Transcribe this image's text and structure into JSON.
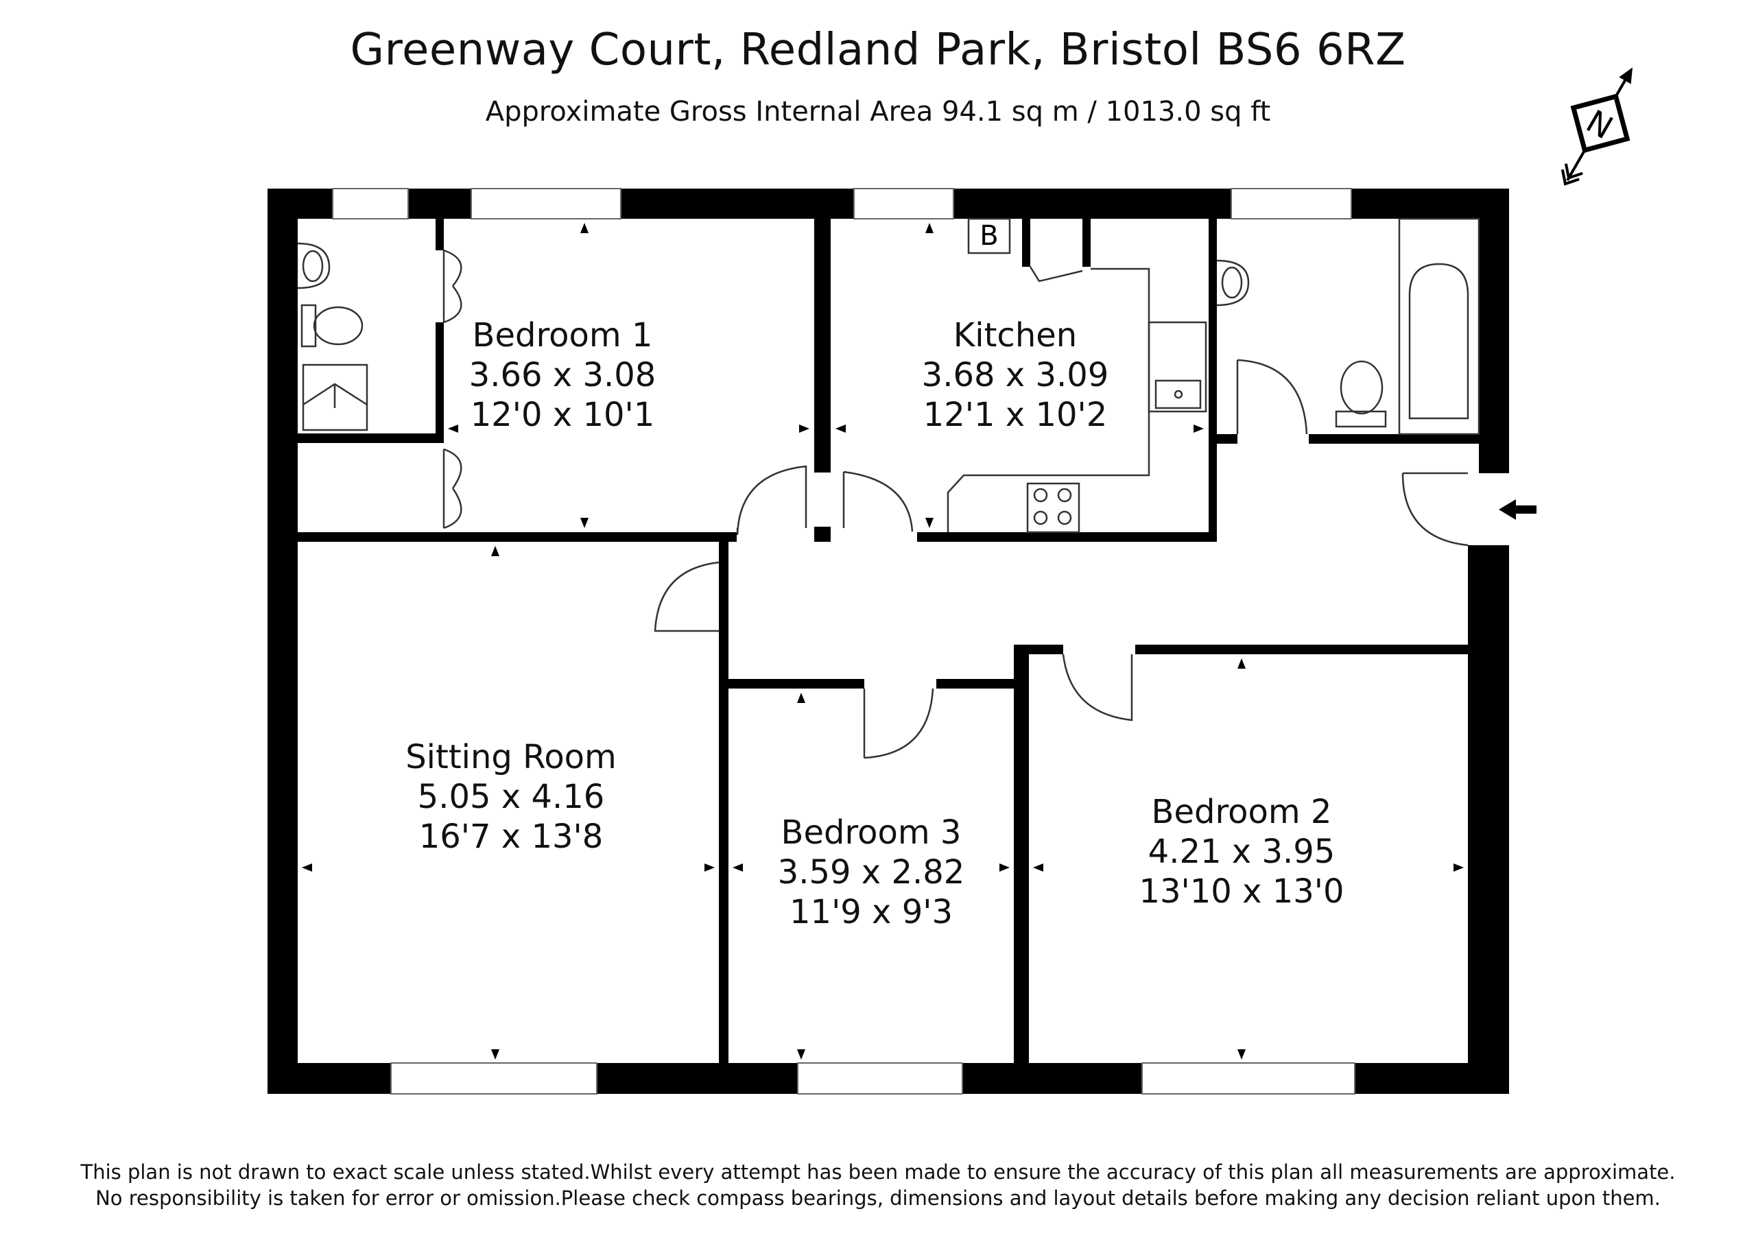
{
  "header": {
    "title": "Greenway Court, Redland Park, Bristol BS6 6RZ",
    "subtitle": "Approximate Gross Internal Area 94.1 sq m / 1013.0 sq ft"
  },
  "compass": {
    "letter": "N"
  },
  "boiler": {
    "label": "B"
  },
  "rooms": {
    "bedroom1": {
      "name": "Bedroom 1",
      "metric": "3.66 x 3.08",
      "imperial": "12'0 x 10'1"
    },
    "kitchen": {
      "name": "Kitchen",
      "metric": "3.68 x 3.09",
      "imperial": "12'1 x 10'2"
    },
    "sitting": {
      "name": "Sitting Room",
      "metric": "5.05 x 4.16",
      "imperial": "16'7 x 13'8"
    },
    "bedroom3": {
      "name": "Bedroom 3",
      "metric": "3.59 x 2.82",
      "imperial": "11'9 x 9'3"
    },
    "bedroom2": {
      "name": "Bedroom 2",
      "metric": "4.21 x 3.95",
      "imperial": "13'10 x 13'0"
    }
  },
  "footer": {
    "line1": "This plan is not drawn to exact scale unless stated.Whilst every attempt has been made to ensure the accuracy of this plan all measurements are approximate.",
    "line2": "No responsibility is taken for error or omission.Please check compass bearings, dimensions and layout details before making any decision reliant upon them."
  },
  "colors": {
    "wall": "#000000",
    "background": "#ffffff"
  }
}
